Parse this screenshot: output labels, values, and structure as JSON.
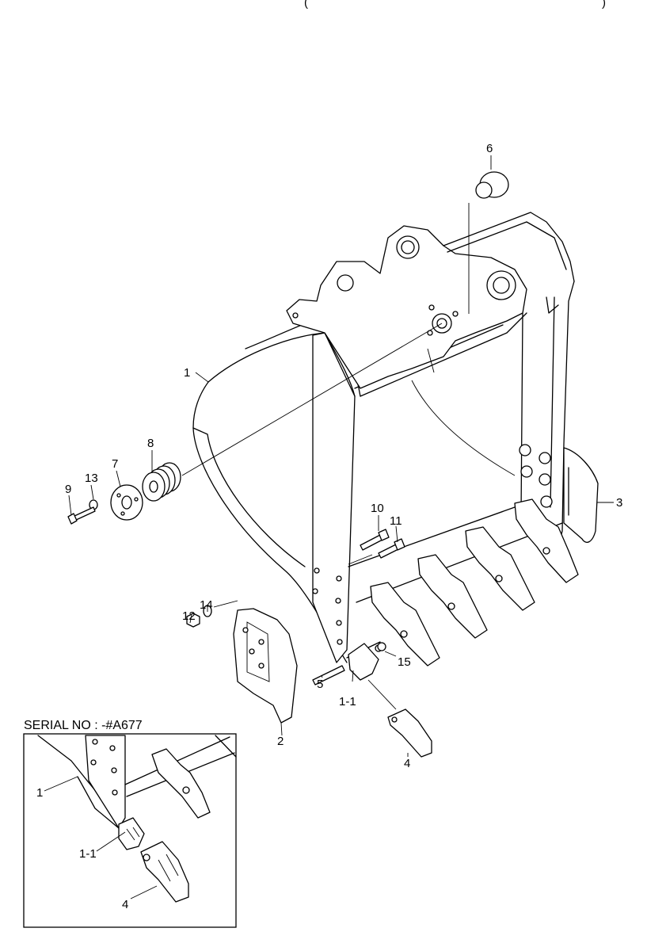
{
  "top_fragment": "(",
  "top_fragment_right": ")",
  "callouts": {
    "p1": "1",
    "p2": "2",
    "p3": "3",
    "p4": "4",
    "p5": "5",
    "p6": "6",
    "p7": "7",
    "p8": "8",
    "p9": "9",
    "p10": "10",
    "p11": "11",
    "p12": "12",
    "p13": "13",
    "p14": "14",
    "p15": "15",
    "p1_1": "1-1"
  },
  "inset": {
    "serial_label": "SERIAL NO : -#A677",
    "callouts": {
      "p1": "1",
      "p1_1": "1-1",
      "p4": "4"
    }
  }
}
